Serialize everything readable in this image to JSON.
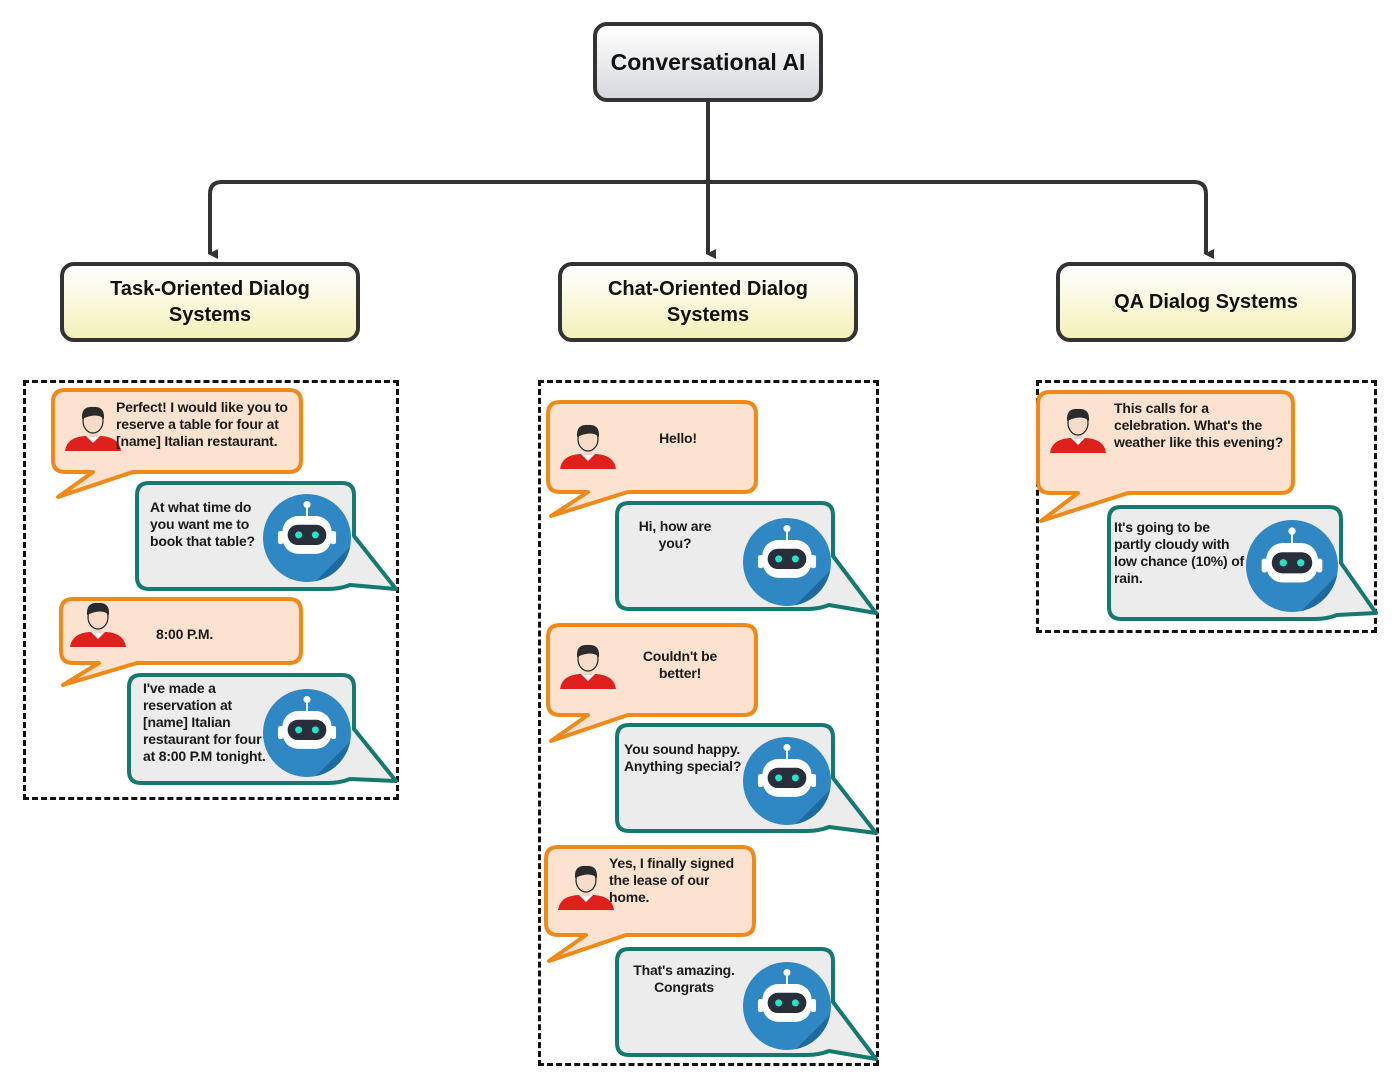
{
  "root": {
    "label": "Conversational AI"
  },
  "categories": [
    {
      "label": "Task-Oriented Dialog Systems"
    },
    {
      "label": "Chat-Oriented Dialog Systems"
    },
    {
      "label": "QA Dialog Systems"
    }
  ],
  "conversations": {
    "task": [
      {
        "speaker": "user",
        "text": "Perfect! I would like you to reserve a table for four at [name] Italian restaurant."
      },
      {
        "speaker": "bot",
        "text": "At what time do you want me to book that table?"
      },
      {
        "speaker": "user",
        "text": "8:00 P.M."
      },
      {
        "speaker": "bot",
        "text": "I've made a reservation at [name] Italian restaurant for four at 8:00 P.M tonight."
      }
    ],
    "chat": [
      {
        "speaker": "user",
        "text": "Hello!"
      },
      {
        "speaker": "bot",
        "text": "Hi, how are you?"
      },
      {
        "speaker": "user",
        "text": "Couldn't be better!"
      },
      {
        "speaker": "bot",
        "text": "You sound happy. Anything special?"
      },
      {
        "speaker": "user",
        "text": "Yes, I finally signed the lease of our home."
      },
      {
        "speaker": "bot",
        "text": "That's amazing. Congrats"
      }
    ],
    "qa": [
      {
        "speaker": "user",
        "text": "This calls for a celebration. What's the weather like this evening?"
      },
      {
        "speaker": "bot",
        "text": "It's going to be partly cloudy with low chance (10%) of rain."
      }
    ]
  },
  "colors": {
    "user_bubble_border": "#ef8a1a",
    "user_bubble_fill": "#fde3cf",
    "bot_bubble_border": "#15796f",
    "bot_bubble_fill": "#ececec",
    "robot_blue": "#2f87c4",
    "avatar_shirt": "#e0201c",
    "connector": "#333333"
  }
}
